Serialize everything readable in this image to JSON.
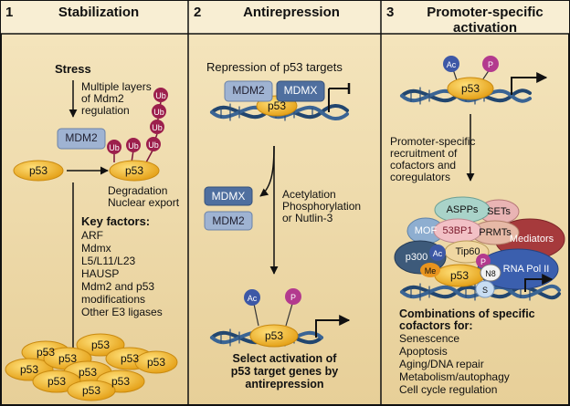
{
  "panels": [
    {
      "number": "1",
      "title": "Stabilization"
    },
    {
      "number": "2",
      "title": "Antirepression"
    },
    {
      "number": "3",
      "title_line1": "Promoter-specific",
      "title_line2": "activation"
    }
  ],
  "panel1": {
    "stress": "Stress",
    "mdm2_layers": [
      "Multiple layers",
      "of Mdm2",
      "regulation"
    ],
    "mdm2": "MDM2",
    "p53": "p53",
    "ub": "Ub",
    "degradation": "Degradation",
    "nuclear_export": "Nuclear export",
    "key_factors_title": "Key factors:",
    "key_factors": [
      "ARF",
      "Mdmx",
      "L5/L11/L23",
      "HAUSP",
      "Mdm2 and p53",
      "modifications",
      "Other E3 ligases"
    ]
  },
  "panel2": {
    "repression": "Repression of p53 targets",
    "mdm2": "MDM2",
    "mdmx": "MDMX",
    "p53": "p53",
    "ac": "Ac",
    "p": "P",
    "modifiers": [
      "Acetylation",
      "Phosphorylation",
      "or Nutlin-3"
    ],
    "select_activation": [
      "Select activation of",
      "p53 target genes by",
      "antirepression"
    ]
  },
  "panel3": {
    "p53": "p53",
    "ac": "Ac",
    "p": "P",
    "me": "Me",
    "n8": "N8",
    "s": "S",
    "recruitment": [
      "Promoter-specific",
      "recruitment of",
      "cofactors and",
      "coregulators"
    ],
    "cofactors": {
      "aspps": "ASPPs",
      "sets": "SETs",
      "mof": "MOF",
      "bp1": "53BP1",
      "prmts": "PRMTs",
      "mediators": "Mediators",
      "p300": "p300",
      "tip60": "Tip60",
      "rnapol": "RNA Pol II"
    },
    "combinations_title": [
      "Combinations of specific",
      "cofactors for:"
    ],
    "outcomes": [
      "Senescence",
      "Apoptosis",
      "Aging/DNA repair",
      "Metabolism/autophagy",
      "Cell cycle regulation"
    ]
  },
  "colors": {
    "panel_bg": "#efdcae",
    "header_bg": "#f7ecd0",
    "p53_yellow": "#f2b62a",
    "ub_red": "#9c1f4c",
    "mdm2_blue": "#9fb3d2",
    "mdmx_blue": "#4f6f9f",
    "dna_blue": "#2a4d78",
    "ac_blue": "#3d58a6",
    "p_magenta": "#b33a8e"
  }
}
